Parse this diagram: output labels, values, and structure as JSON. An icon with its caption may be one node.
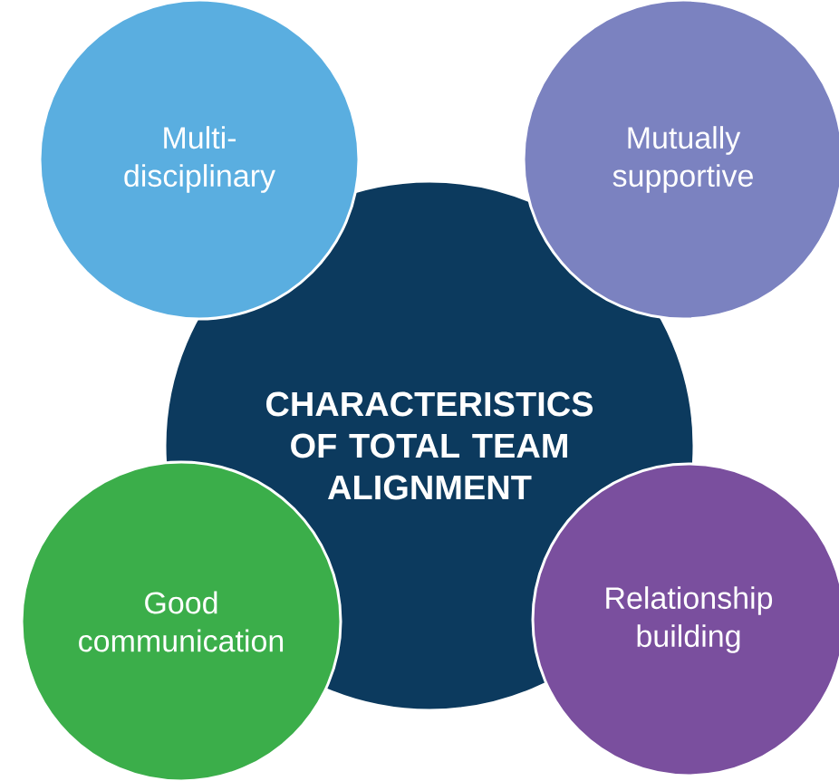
{
  "diagram": {
    "nodes": [
      {
        "text": [
          "Multi- disciplinary"
        ]
      },
      {
        "text": [
          "Mutually supportive"
        ]
      },
      {
        "text": [
          "CHARACTERISTICS OF TOTAL TEAM ALIGNMENT"
        ]
      },
      {
        "text": [
          "Good communication"
        ]
      },
      {
        "text": [
          "Relationship building"
        ]
      }
    ]
  }
}
